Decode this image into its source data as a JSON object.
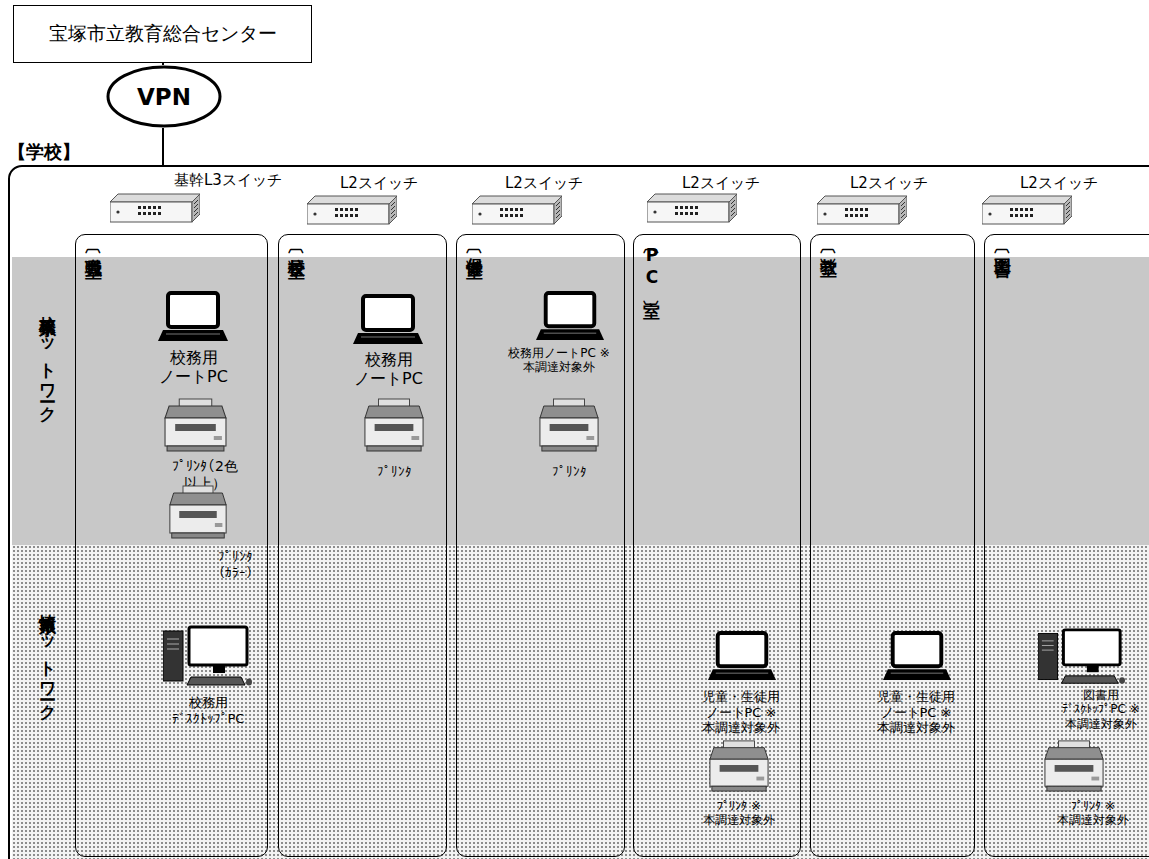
{
  "diagram": {
    "nodes": [
      {
        "text": [
          "宝塚市立教育総合センター"
        ]
      },
      {
        "text": [
          "VPN"
        ]
      },
      {
        "text": [
          "【学校】"
        ]
      },
      {
        "text": [
          "基幹L3スイッチ"
        ],
        "in": 2
      },
      {
        "text": [
          "L2スイッチ"
        ],
        "in": 2
      },
      {
        "text": [
          "L2スイッチ"
        ],
        "in": 2
      },
      {
        "text": [
          "L2スイッチ"
        ],
        "in": 2
      },
      {
        "text": [
          "L2スイッチ"
        ],
        "in": 2
      },
      {
        "text": [
          "L2スイッチ"
        ],
        "in": 2
      },
      {
        "text": [
          "校務系ネットワーク"
        ],
        "in": 2
      },
      {
        "text": [
          "情報系ネットワーク"
        ],
        "in": 2
      },
      {
        "text": [
          "〔職員室〕"
        ],
        "in": 2
      },
      {
        "text": [
          "校務用 ノートPC"
        ],
        "in": 11
      },
      {
        "text": [
          "ﾌﾟﾘﾝﾀ（2色 以上）"
        ],
        "in": 11
      },
      {
        "text": [
          "ﾌﾟﾘﾝﾀ （ｶﾗｰ）"
        ],
        "in": 11
      },
      {
        "text": [
          "校務用 ﾃﾞｽｸﾄｯﾌﾟPC"
        ],
        "in": 11
      },
      {
        "text": [
          "〔校長室〕"
        ],
        "in": 2
      },
      {
        "text": [
          "校務用 ノートPC"
        ],
        "in": 16
      },
      {
        "text": [
          "ﾌﾟﾘﾝﾀ"
        ],
        "in": 16
      },
      {
        "text": [
          "〔保健室〕"
        ],
        "in": 2
      },
      {
        "text": [
          "校務用ノートPC ※本調達対象外"
        ],
        "in": 19
      },
      {
        "text": [
          "ﾌﾟﾘﾝﾀ"
        ],
        "in": 19
      },
      {
        "text": [
          "〔PC室〕"
        ],
        "in": 2
      },
      {
        "text": [
          "児童・生徒用 ノートPC ※本調達対象外"
        ],
        "in": 22
      },
      {
        "text": [
          "ﾌﾟﾘﾝﾀ ※本調達対象外"
        ],
        "in": 22
      },
      {
        "text": [
          "〔教室〕"
        ],
        "in": 2
      },
      {
        "text": [
          "児童・生徒用 ノートPC ※本調達対象外"
        ],
        "in": 25
      },
      {
        "text": [
          "〔図書〕"
        ],
        "in": 2
      },
      {
        "text": [
          "図書用 ﾃﾞｽｸﾄｯﾌﾟPC ※本調達対象外"
        ],
        "in": 27
      },
      {
        "text": [
          "ﾌﾟﾘﾝﾀ ※本調達対象外"
        ],
        "in": 27
      }
    ],
    "edges": [
      {
        "from": 0,
        "to": 1,
        "arrow": "none"
      },
      {
        "from": 1,
        "to": 3,
        "arrow": "none"
      },
      {
        "from": 3,
        "to": 4,
        "arrow": "none"
      },
      {
        "from": 4,
        "to": 5,
        "arrow": "none"
      },
      {
        "from": 5,
        "to": 6,
        "arrow": "none"
      },
      {
        "from": 6,
        "to": 7,
        "arrow": "none"
      },
      {
        "from": 7,
        "to": 8,
        "arrow": "none"
      },
      {
        "from": 3,
        "to": 13,
        "arrow": "none"
      },
      {
        "from": 3,
        "to": 14,
        "arrow": "none"
      },
      {
        "from": 3,
        "to": 15,
        "arrow": "none"
      },
      {
        "from": 14,
        "to": 15,
        "arrow": "none"
      },
      {
        "from": 4,
        "to": 18,
        "arrow": "none"
      },
      {
        "from": 5,
        "to": 21,
        "arrow": "none"
      },
      {
        "from": 6,
        "to": 23,
        "arrow": "none"
      },
      {
        "from": 6,
        "to": 24,
        "arrow": "none"
      },
      {
        "from": 7,
        "to": 26,
        "arrow": "none"
      },
      {
        "from": 8,
        "to": 28,
        "arrow": "none"
      },
      {
        "from": 8,
        "to": 29,
        "arrow": "none"
      }
    ]
  }
}
